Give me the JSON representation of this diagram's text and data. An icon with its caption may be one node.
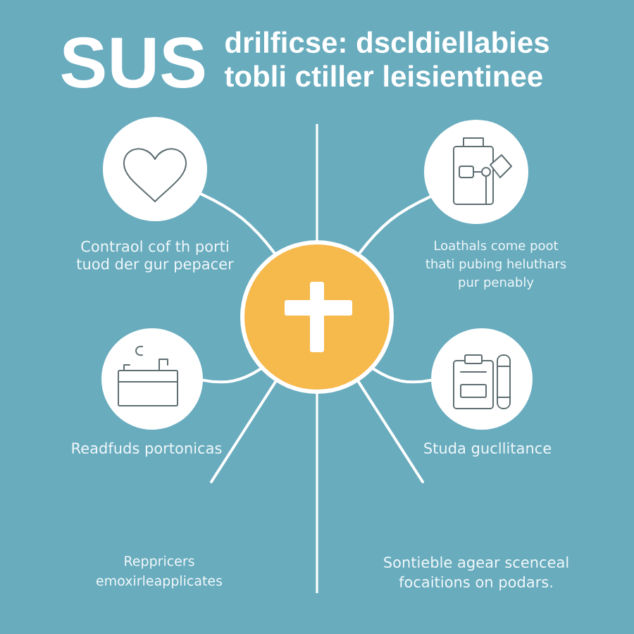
{
  "diagram": {
    "title": "SUS",
    "nodes": [
      {
        "text": [],
        "shape": "circle"
      },
      {
        "text": [
          "Contraol cof th porti tuod der gur pepacer"
        ]
      },
      {
        "text": [
          "Loathals come poot thati pubing heluthars pur penably"
        ]
      },
      {
        "text": [
          "Readfuds portonicas"
        ]
      },
      {
        "text": [
          "Studa gucllitance"
        ]
      }
    ],
    "edges": [
      {
        "from": 0,
        "to": 1,
        "arrow": "none"
      },
      {
        "from": 0,
        "to": 2,
        "arrow": "none"
      },
      {
        "from": 0,
        "to": 3,
        "arrow": "none"
      },
      {
        "from": 0,
        "to": 4,
        "arrow": "none"
      },
      {
        "from": 0,
        "to": null,
        "arrow": "none"
      },
      {
        "from": 0,
        "to": null,
        "arrow": "none"
      }
    ],
    "labels": [
      "drilficse: dscldiellabies tobli ctiller leisientinee",
      "Reppricers emoxirleapplicates",
      "Sontieble agear scenceal focaitions on podars."
    ]
  }
}
